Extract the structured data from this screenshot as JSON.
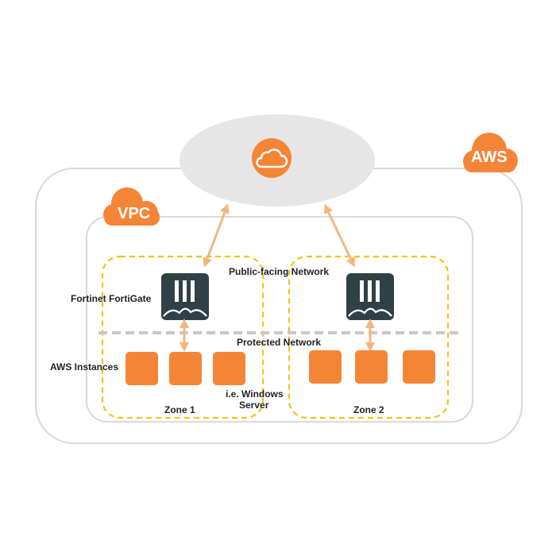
{
  "cloud_labels": {
    "aws": "AWS",
    "vpc": "VPC"
  },
  "labels": {
    "public_network": "Public-facing Network",
    "protected_network": "Protected Network",
    "fortigate": "Fortinet FortiGate",
    "aws_instances": "AWS Instances",
    "windows_server_line1": "i.e. Windows",
    "windows_server_line2": "Server",
    "zone1": "Zone 1",
    "zone2": "Zone 2"
  },
  "icons": {
    "internet": "cloud-icon",
    "firewall": "fortigate-icon",
    "instance": "instance-icon"
  },
  "colors": {
    "accent_orange": "#f58536",
    "zone_dash": "#f0c419",
    "arrow": "#f2b680",
    "firewall_fill": "#2f4146",
    "divider": "#c8c8c8",
    "ellipse": "#e6e6e6",
    "outline": "#d9d9d9"
  }
}
